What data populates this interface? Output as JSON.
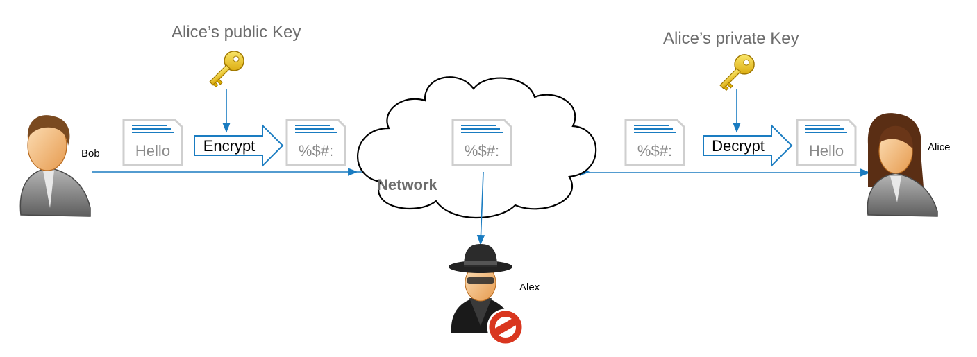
{
  "actors": {
    "sender": "Bob",
    "receiver": "Alice",
    "eavesdropper": "Alex"
  },
  "keys": {
    "public_key_label": "Alice’s public Key",
    "private_key_label": "Alice’s private Key"
  },
  "steps": {
    "encrypt": "Encrypt",
    "decrypt": "Decrypt"
  },
  "documents": {
    "plaintext_sender": "Hello",
    "ciphertext_1": "%$#:",
    "ciphertext_network": "%$#:",
    "ciphertext_2": "%$#:",
    "plaintext_receiver": "Hello"
  },
  "network": {
    "label": "Network"
  },
  "colors": {
    "flow_line": "#1a7cc1",
    "doc_lines": "#1a7cc1",
    "doc_border": "#cfcfcf",
    "key_gold": "#f0c419",
    "blocked_red": "#d9361f"
  }
}
